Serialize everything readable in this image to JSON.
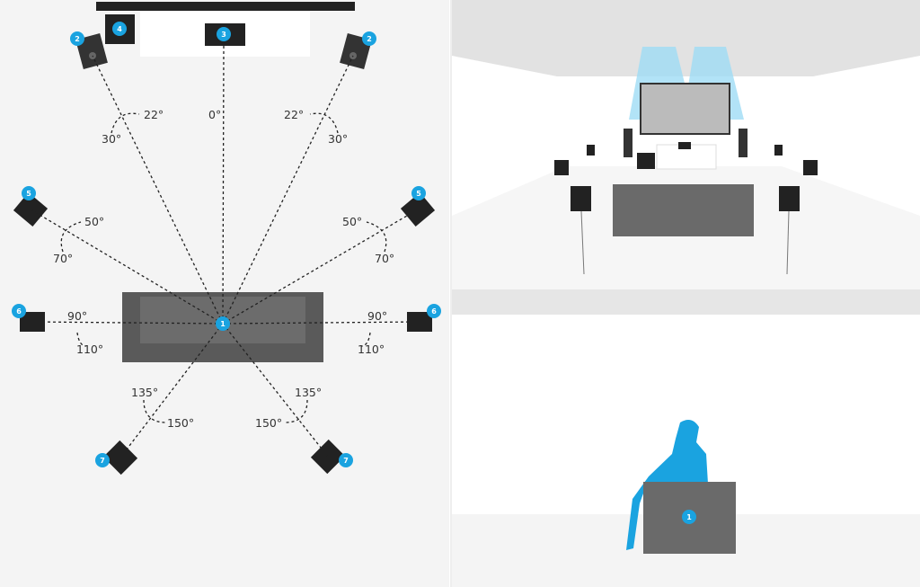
{
  "colors": {
    "accent": "#1aa3e0",
    "speaker": "#222222",
    "sofa": "#5a5a5a",
    "floor": "#f4f4f4"
  },
  "badges": {
    "listener": "1",
    "front": "2",
    "center": "3",
    "sub": "4",
    "side_front": "5",
    "side": "6",
    "rear": "7"
  },
  "angles": {
    "front_l_inner": "22°",
    "center": "0°",
    "front_r_inner": "22°",
    "front_l_outer": "30°",
    "front_r_outer": "30°",
    "side_front_l_a": "50°",
    "side_front_r_a": "50°",
    "side_front_l_b": "70°",
    "side_front_r_b": "70°",
    "side_l_a": "90°",
    "side_r_a": "90°",
    "side_l_b": "110°",
    "side_r_b": "110°",
    "rear_l_a": "135°",
    "rear_r_a": "135°",
    "rear_l_b": "150°",
    "rear_r_b": "150°"
  }
}
